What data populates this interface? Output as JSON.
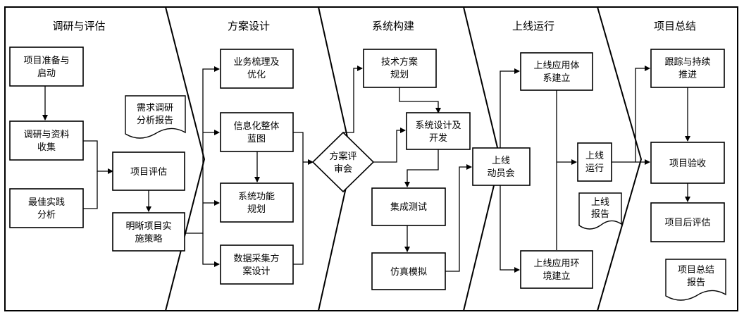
{
  "phases": [
    {
      "title": "调研与评估"
    },
    {
      "title": "方案设计"
    },
    {
      "title": "系统构建"
    },
    {
      "title": "上线运行"
    },
    {
      "title": "项目总结"
    }
  ],
  "nodes": {
    "prep_launch": [
      "项目准备与",
      "启动"
    ],
    "research_collect": [
      "调研与资料",
      "收集"
    ],
    "best_practice": [
      "最佳实践",
      "分析"
    ],
    "project_eval": [
      "项目评估"
    ],
    "clarify_strategy": [
      "明晰项目实",
      "施策略"
    ],
    "business_optimize": [
      "业务梳理及",
      "优化"
    ],
    "it_blueprint": [
      "信息化整体",
      "蓝图"
    ],
    "function_plan": [
      "系统功能",
      "规划"
    ],
    "data_collect_design": [
      "数据采集方",
      "案设计"
    ],
    "tech_plan": [
      "技术方案",
      "规划"
    ],
    "plan_review": [
      "方案评",
      "审会"
    ],
    "system_dev": [
      "系统设计及",
      "开发"
    ],
    "integration_test": [
      "集成测试"
    ],
    "simulation": [
      "仿真模拟"
    ],
    "launch_mobilization": [
      "上线",
      "动员会"
    ],
    "app_system_build": [
      "上线应用体",
      "系建立"
    ],
    "run": [
      "上线",
      "运行"
    ],
    "app_env_build": [
      "上线应用环",
      "境建立"
    ],
    "track_promote": [
      "跟踪与持续",
      "推进"
    ],
    "acceptance": [
      "项目验收"
    ],
    "post_eval": [
      "项目后评估"
    ]
  },
  "documents": {
    "requirement_report": [
      "需求调研",
      "分析报告"
    ],
    "launch_report": [
      "上线",
      "报告"
    ],
    "summary_report": [
      "项目总结",
      "报告"
    ]
  }
}
